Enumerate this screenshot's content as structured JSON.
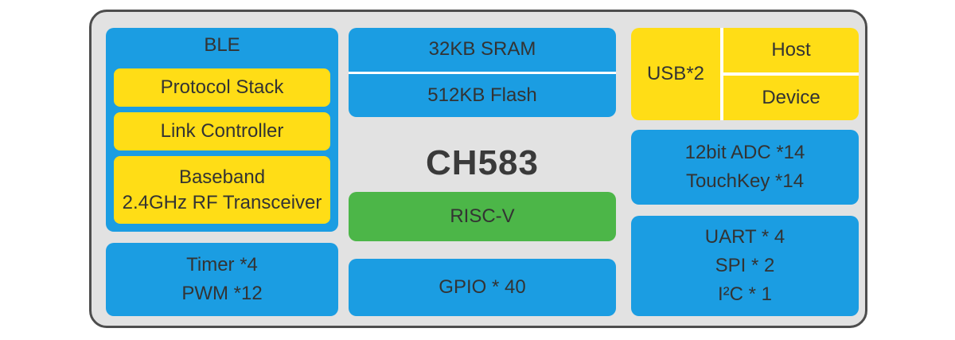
{
  "colors": {
    "blue": "#1B9DE2",
    "yellow": "#FFDD16",
    "green": "#4CB648",
    "panel-bg": "#E2E2E2",
    "panel-border": "#4D4D4D",
    "text": "#333333"
  },
  "chip": {
    "title": "CH583"
  },
  "blocks": {
    "ble": {
      "title": "BLE",
      "protocol_stack": "Protocol Stack",
      "link_controller": "Link Controller",
      "baseband_line1": "Baseband",
      "baseband_line2": "2.4GHz RF Transceiver"
    },
    "timer_pwm": {
      "line1": "Timer *4",
      "line2": "PWM *12"
    },
    "memory": {
      "sram": "32KB SRAM",
      "flash": "512KB Flash"
    },
    "cpu": {
      "label": "RISC-V"
    },
    "gpio": {
      "label": "GPIO * 40"
    },
    "usb": {
      "label": "USB*2",
      "host": "Host",
      "device": "Device"
    },
    "adc_touchkey": {
      "line1": "12bit ADC *14",
      "line2": "TouchKey *14"
    },
    "serial": {
      "line1": "UART * 4",
      "line2": "SPI * 2",
      "line3": "I²C * 1"
    }
  }
}
